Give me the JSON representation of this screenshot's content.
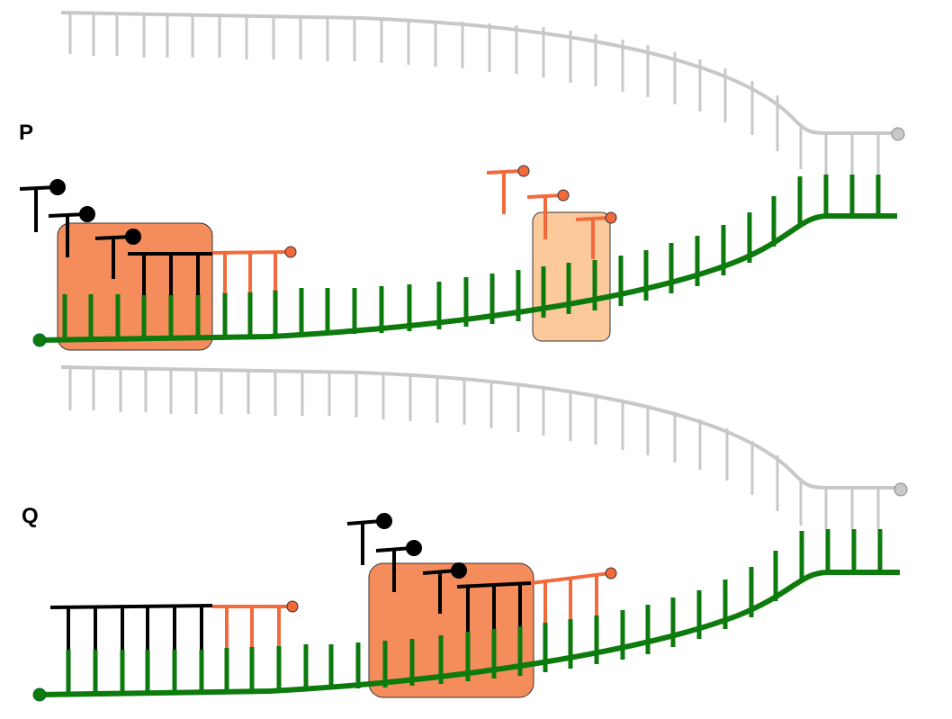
{
  "panels": [
    {
      "id": "P",
      "label": "P"
    },
    {
      "id": "Q",
      "label": "Q"
    }
  ],
  "colors": {
    "template_strand": "#c8c8c8",
    "growing_strand": "#0d7a0d",
    "incorporated_black": "#000000",
    "incorporated_orange": "#f26a3c",
    "highlight_box": "#f58c5c",
    "highlight_box_light": "#fcc99a"
  }
}
